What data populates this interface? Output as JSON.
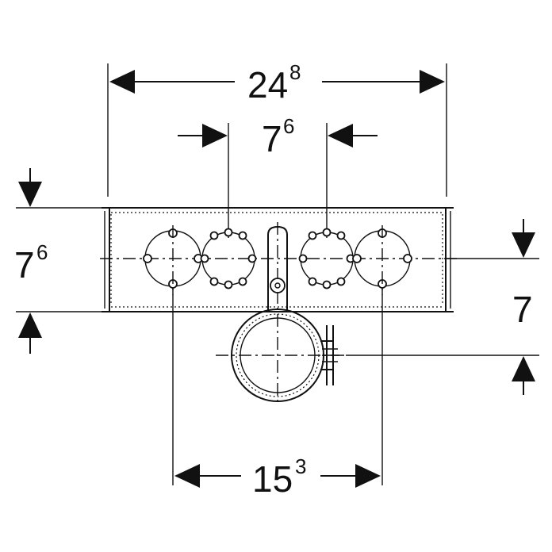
{
  "dimensions": {
    "overall_width": {
      "base": "24",
      "sup": "8"
    },
    "inner_spacing": {
      "base": "7",
      "sup": "6"
    },
    "height": {
      "base": "7",
      "sup": "6"
    },
    "offset": {
      "base": "7",
      "sup": ""
    },
    "outlet_spacing": {
      "base": "15",
      "sup": "3"
    }
  },
  "colors": {
    "line": "#111111",
    "background": "#ffffff"
  }
}
